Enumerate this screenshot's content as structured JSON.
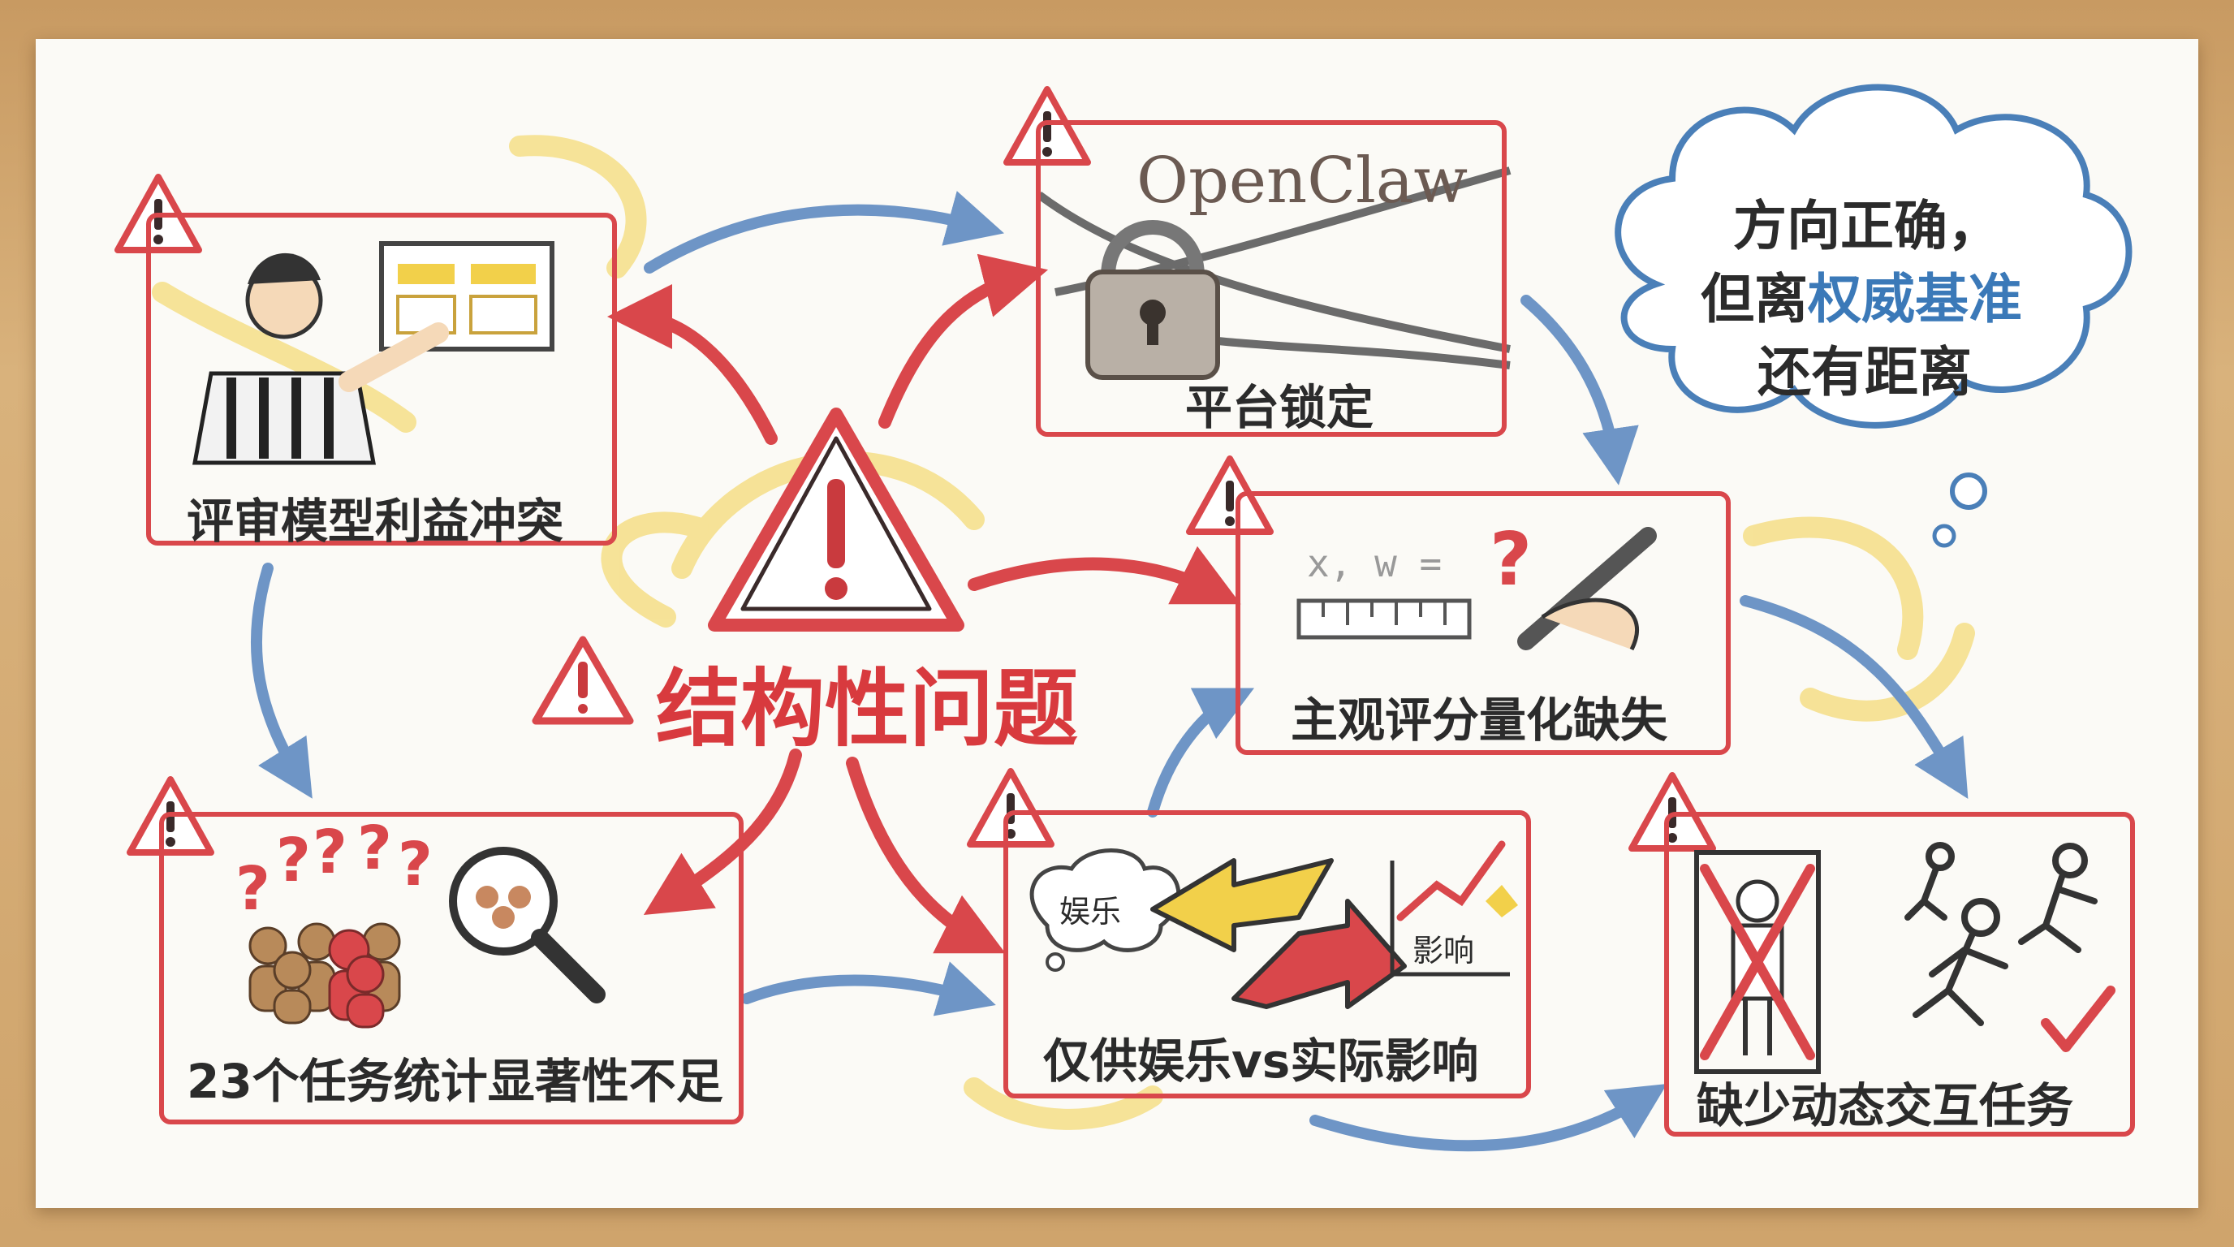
{
  "title": "结构性问题",
  "nodes": {
    "judge_conflict": "评审模型利益冲突",
    "platform_lock": "平台锁定",
    "platform_brand": "OpenClaw",
    "subjective_scoring": "主观评分量化缺失",
    "task_significance": "23个任务统计显著性不足",
    "entertainment_vs_impact": "仅供娱乐vs实际影响",
    "entertainment_tag": "娱乐",
    "impact_tag": "影响",
    "dynamic_tasks": "缺少动态交互任务"
  },
  "cloud": {
    "line1": "方向正确，",
    "line2_prefix": "但离",
    "line2_accent": "权威基准",
    "line3": "还有距离"
  },
  "colors": {
    "red": "#d9474b",
    "blue": "#3b79b8",
    "yellow": "#f2d04a"
  }
}
